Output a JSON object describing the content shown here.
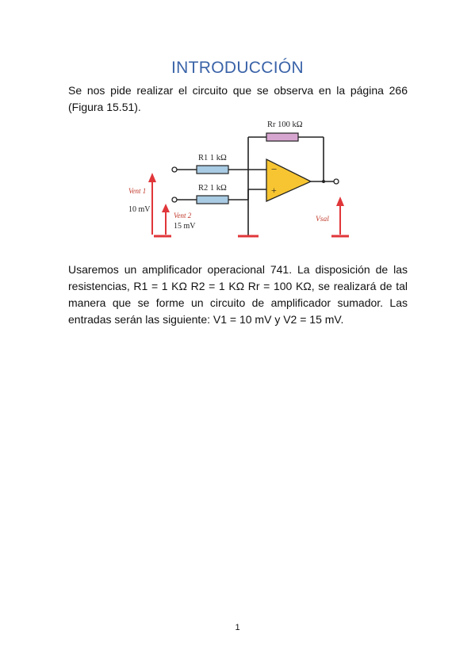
{
  "page": {
    "title": "INTRODUCCIÓN",
    "paragraph1": " Se nos pide realizar el circuito que se observa en la página 266 (Figura 15.51).",
    "paragraph2": "Usaremos un amplificador operacional 741. La disposición de las resistencias, R1 = 1 KΩ  R2 = 1 KΩ  Rr = 100 KΩ, se realizará de tal manera que se forme un circuito de amplificador sumador. Las entradas serán las siguiente: V1 = 10 mV y V2 = 15 mV.",
    "page_number": "1"
  },
  "figure": {
    "rf_label": "Rr 100 kΩ",
    "r1_label": "R1  1 kΩ",
    "r2_label": "R2  1 kΩ",
    "vent1_label": "Vent 1",
    "vent1_value": "10 mV",
    "vent2_label": "Vent 2",
    "vent2_value": "15 mV",
    "vsal_label": "Vsal",
    "minus_sign": "−",
    "plus_sign": "+",
    "colors": {
      "resistor_input": "#a9cbe3",
      "resistor_feedback": "#d7a6d0",
      "opamp": "#f7c531",
      "arrow": "#e0363a"
    }
  }
}
